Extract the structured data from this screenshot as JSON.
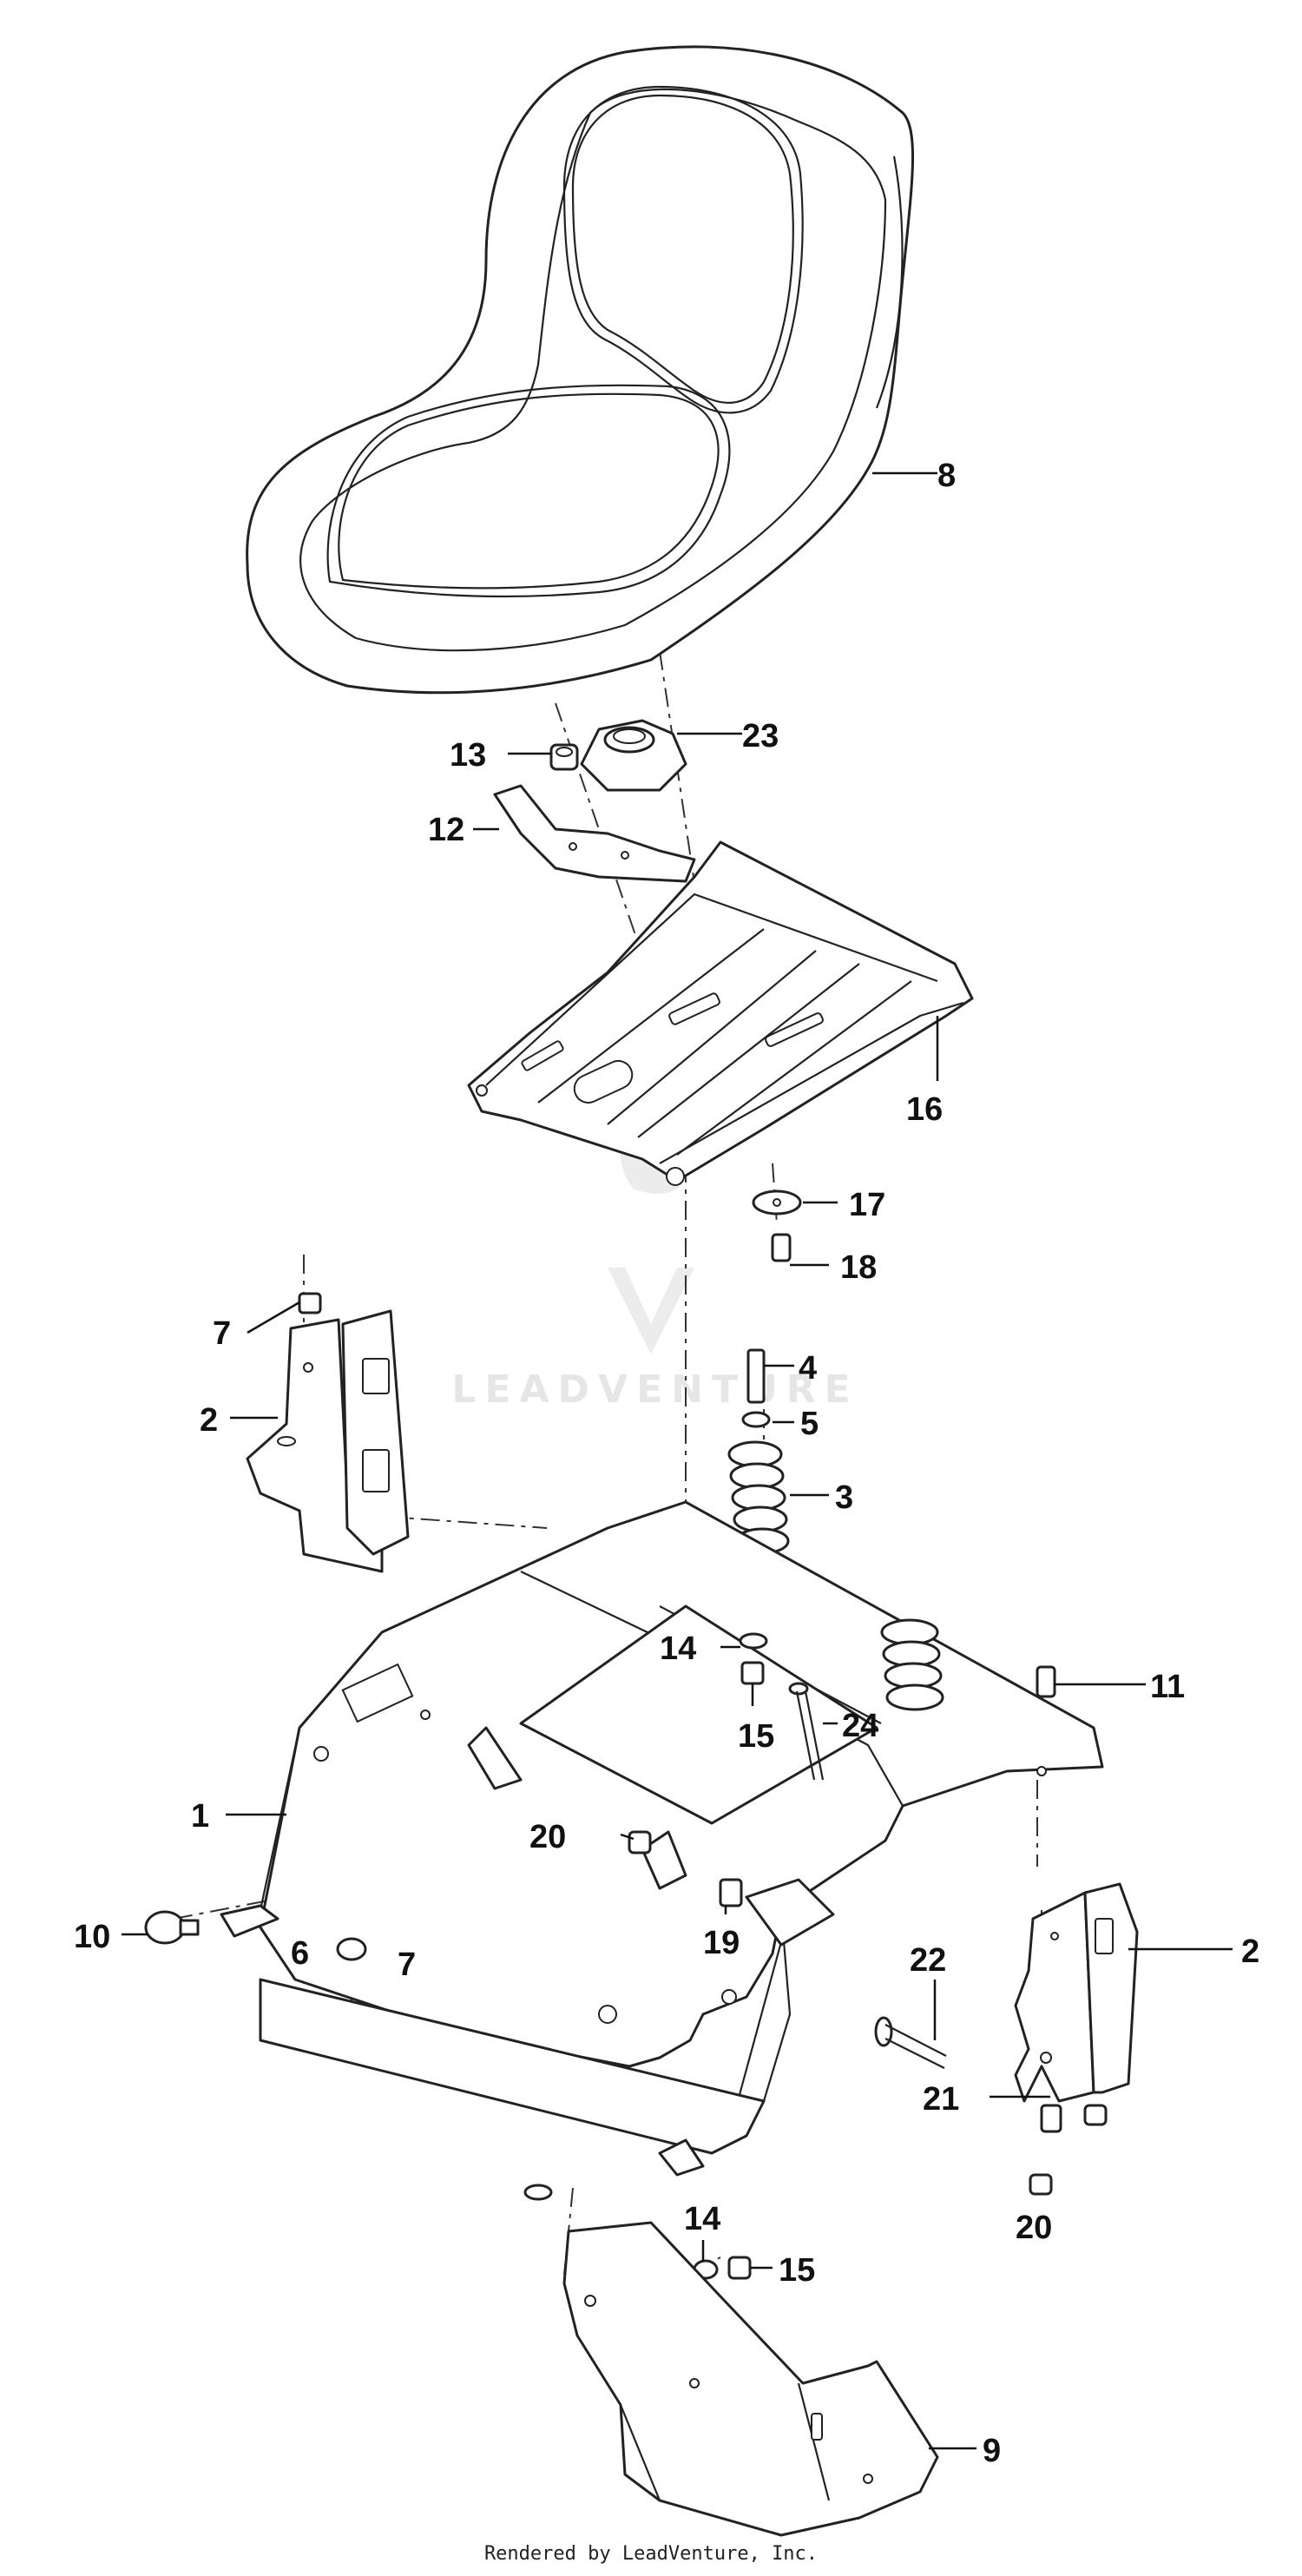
{
  "watermark": {
    "text": "LEADVENTURE"
  },
  "footer": {
    "text": "Rendered by LeadVenture, Inc."
  },
  "callouts": [
    {
      "id": "label-8",
      "text": "8"
    },
    {
      "id": "label-23",
      "text": "23"
    },
    {
      "id": "label-13",
      "text": "13"
    },
    {
      "id": "label-12",
      "text": "12"
    },
    {
      "id": "label-16",
      "text": "16"
    },
    {
      "id": "label-17",
      "text": "17"
    },
    {
      "id": "label-18",
      "text": "18"
    },
    {
      "id": "label-7a",
      "text": "7"
    },
    {
      "id": "label-4",
      "text": "4"
    },
    {
      "id": "label-2a",
      "text": "2"
    },
    {
      "id": "label-5",
      "text": "5"
    },
    {
      "id": "label-3",
      "text": "3"
    },
    {
      "id": "label-14a",
      "text": "14"
    },
    {
      "id": "label-11",
      "text": "11"
    },
    {
      "id": "label-15a",
      "text": "15"
    },
    {
      "id": "label-24",
      "text": "24"
    },
    {
      "id": "label-1",
      "text": "1"
    },
    {
      "id": "label-20a",
      "text": "20"
    },
    {
      "id": "label-10",
      "text": "10"
    },
    {
      "id": "label-19",
      "text": "19"
    },
    {
      "id": "label-6",
      "text": "6"
    },
    {
      "id": "label-7b",
      "text": "7"
    },
    {
      "id": "label-22",
      "text": "22"
    },
    {
      "id": "label-2b",
      "text": "2"
    },
    {
      "id": "label-21",
      "text": "21"
    },
    {
      "id": "label-20b",
      "text": "20"
    },
    {
      "id": "label-14b",
      "text": "14"
    },
    {
      "id": "label-15b",
      "text": "15"
    },
    {
      "id": "label-9",
      "text": "9"
    }
  ]
}
